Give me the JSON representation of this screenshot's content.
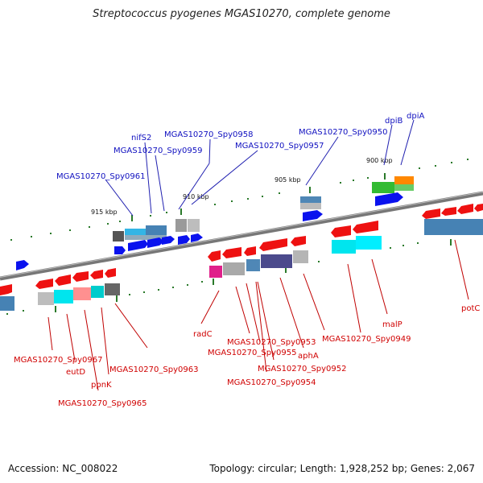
{
  "title": "Streptococcus pyogenes MGAS10270, complete genome",
  "accession": "Accession: NC_008022",
  "summary": "Topology: circular; Length: 1,928,252 bp; Genes: 2,067",
  "colors": {
    "top_labels": "#1010c0",
    "bottom_labels": "#d00000",
    "backbone": "#777777",
    "tick": "#2a7a2a"
  },
  "kbp_ticks": [
    "915 kbp",
    "910 kbp",
    "905 kbp",
    "900 kbp"
  ],
  "top_labels": [
    "MGAS10270_Spy0961",
    "nifS2",
    "MGAS10270_Spy0959",
    "MGAS10270_Spy0958",
    "MGAS10270_Spy0957",
    "MGAS10270_Spy0950",
    "dpiB",
    "dpiA"
  ],
  "bottom_labels": [
    "MGAS10270_Spy0967",
    "eutD",
    "MGAS10270_Spy0965",
    "ppnK",
    "MGAS10270_Spy0963",
    "radC",
    "MGAS10270_Spy0953",
    "MGAS10270_Spy0955",
    "MGAS10270_Spy0952",
    "MGAS10270_Spy0954",
    "aphA",
    "MGAS10270_Spy0949",
    "malP",
    "potC"
  ]
}
